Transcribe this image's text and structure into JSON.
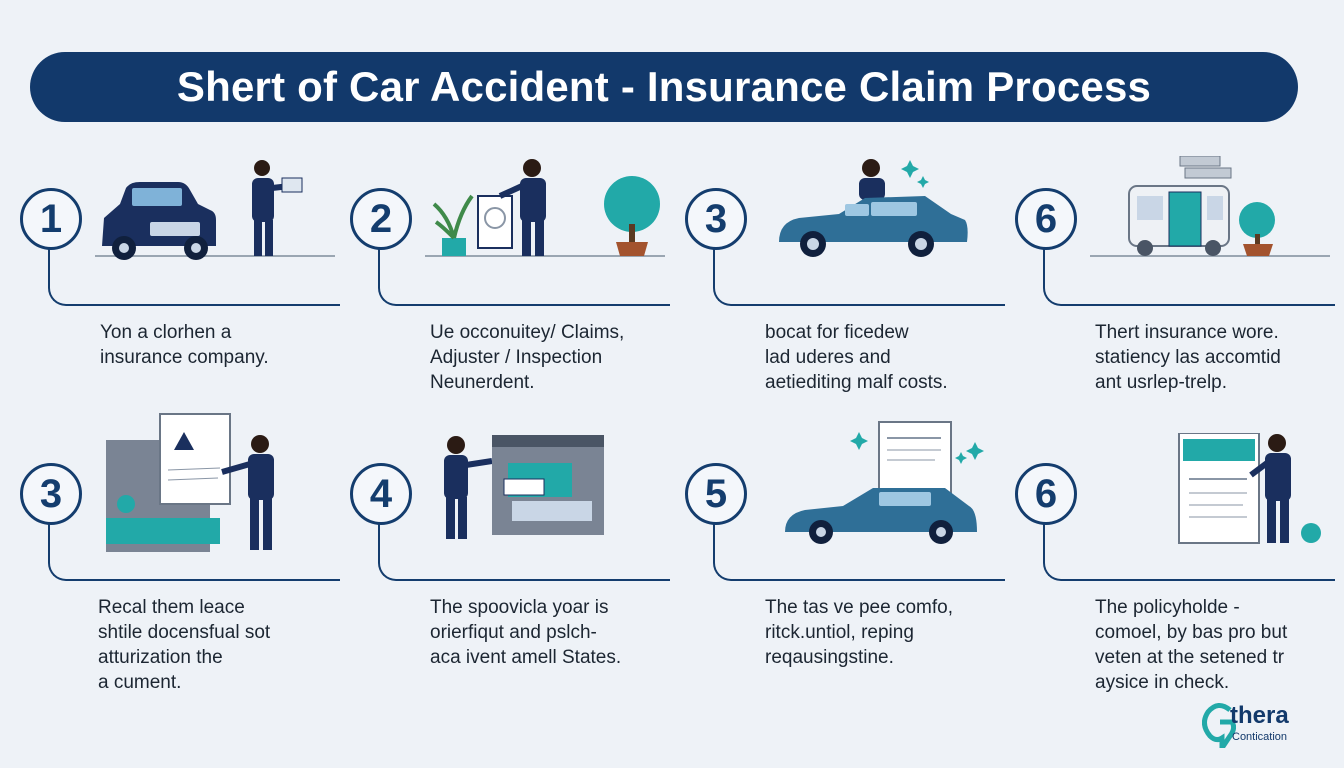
{
  "title": "Shert of Car Accident - Insurance Claim Process",
  "steps": [
    {
      "num": "1",
      "lines": [
        "Yon a clorhen a",
        "insurance company."
      ],
      "icon": "car-and-person-icon"
    },
    {
      "num": "2",
      "lines": [
        "Ue occonuitey/ Claims,",
        "Adjuster / Inspection",
        "Neunerdent."
      ],
      "icon": "adjuster-inspection-icon"
    },
    {
      "num": "3",
      "lines": [
        "bocat for ficedew",
        "lad uderes and",
        "aetiediting malf costs."
      ],
      "icon": "car-damage-icon"
    },
    {
      "num": "6",
      "lines": [
        "Thert insurance wore.",
        "statiency las accomtid",
        "ant usrlep-trelp."
      ],
      "icon": "repair-shop-icon"
    },
    {
      "num": "3",
      "lines": [
        "Recal them leace",
        "shtile docensfual sot",
        "atturization the",
        "a cument."
      ],
      "icon": "documents-presentation-icon"
    },
    {
      "num": "4",
      "lines": [
        "The spoovicla yoar is",
        "orierfiqut and pslch-",
        "aca ivent amell States."
      ],
      "icon": "online-claim-icon"
    },
    {
      "num": "5",
      "lines": [
        "The tas ve pee comfo,",
        "ritck.untiol, reping",
        "reqausingstine."
      ],
      "icon": "repaired-car-icon"
    },
    {
      "num": "6",
      "lines": [
        "The policyholde -",
        "comoel, by bas pro but",
        "veten at the setened tr",
        "aysice in check."
      ],
      "icon": "policy-check-icon"
    }
  ],
  "logo": {
    "name": "thera",
    "sub": "Contication"
  },
  "colors": {
    "navy": "#12396b",
    "teal": "#22a9a8",
    "car_blue": "#2f6f97",
    "background": "#eef2f7"
  }
}
